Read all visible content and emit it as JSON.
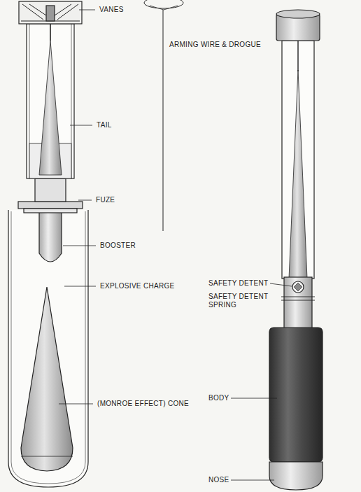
{
  "diagram": {
    "labels": [
      "VANES",
      "ARMING WIRE & DROGUE",
      "TAIL",
      "FUZE",
      "BOOSTER",
      "EXPLOSIVE CHARGE",
      "(MONROE EFFECT) CONE",
      "SAFETY DETENT",
      "SAFETY DETENT SPRING",
      "BODY",
      "NOSE"
    ]
  }
}
